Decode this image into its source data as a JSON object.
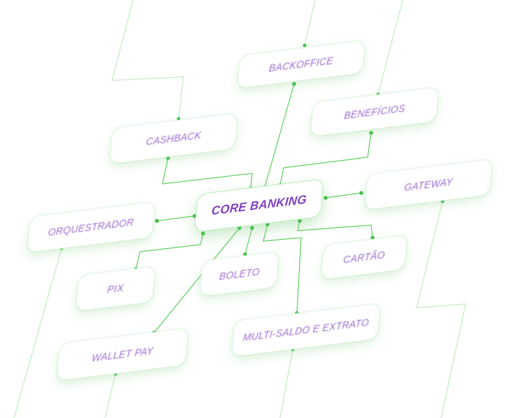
{
  "center": {
    "label": "CORE BANKING"
  },
  "modules": {
    "backoffice": "BACKOFFICE",
    "beneficios": "BENEFÍCIOS",
    "cashback": "CASHBACK",
    "gateway": "GATEWAY",
    "orquestrador": "ORQUESTRADOR",
    "cartao": "CARTÃO",
    "boleto": "BOLETO",
    "pix": "PIX",
    "multi_saldo": "MULTI-SALDO E EXTRATO",
    "wallet_pay": "WALLET PAY"
  },
  "colors": {
    "line": "#5ccf5c",
    "line_faint": "#c9eec9",
    "text": "#9a6ad0",
    "core_text": "#7d3fc0"
  }
}
